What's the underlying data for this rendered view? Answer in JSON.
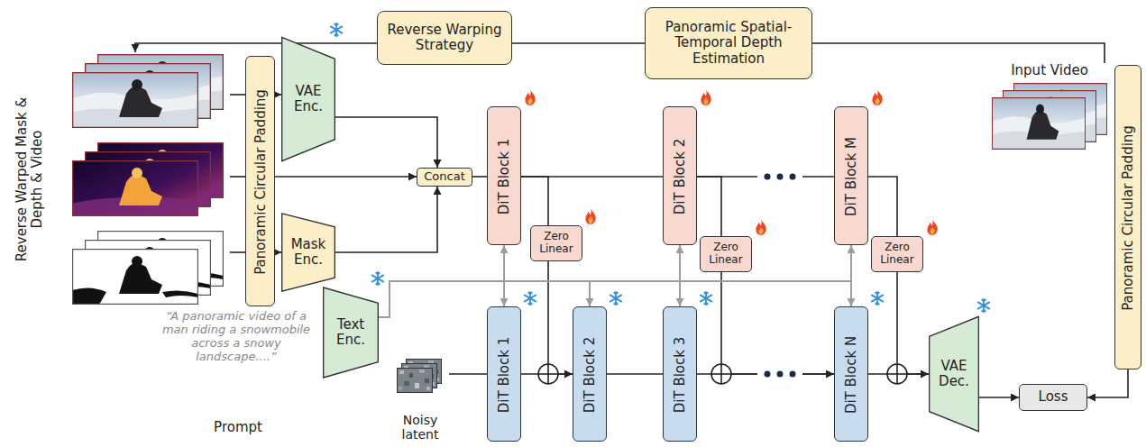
{
  "diagram": {
    "nodes": [
      {
        "text": [
          "Reverse Warping Strategy"
        ]
      },
      {
        "text": [
          "Panoramic Spatial-Temporal Depth Estimation"
        ]
      },
      {
        "text": [
          "Reverse Warped Mask & Depth & Video"
        ]
      },
      {
        "text": [
          "Panoramic Circular Padding"
        ]
      },
      {
        "text": [
          "VAE Enc."
        ]
      },
      {
        "text": [
          "Mask Enc."
        ]
      },
      {
        "text": [
          "Concat"
        ]
      },
      {
        "text": [
          "DiT Block 1"
        ]
      },
      {
        "text": [
          "DiT Block 2"
        ]
      },
      {
        "text": [
          "DiT Block M"
        ]
      },
      {
        "text": [
          "Zero Linear"
        ]
      },
      {
        "text": [
          "Zero Linear"
        ]
      },
      {
        "text": [
          "Zero Linear"
        ]
      },
      {
        "text": [
          "Input Video"
        ]
      },
      {
        "text": [
          "Panoramic Circular Padding"
        ]
      },
      {
        "text": [
          "Text Enc."
        ]
      },
      {
        "text": [
          "Noisy latent"
        ]
      },
      {
        "text": [
          "DiT Block 1"
        ]
      },
      {
        "text": [
          "DiT Block 2"
        ]
      },
      {
        "text": [
          "DiT Block 3"
        ]
      },
      {
        "text": [
          "DiT Block N"
        ]
      },
      {
        "text": [
          "VAE Dec."
        ]
      },
      {
        "text": [
          "Loss"
        ]
      }
    ],
    "edges": [
      {
        "from": 13,
        "to": 1,
        "arrow": "none"
      },
      {
        "from": 1,
        "to": 0,
        "arrow": "none"
      },
      {
        "from": 0,
        "to": 2,
        "arrow": "to"
      },
      {
        "from": 2,
        "to": 3,
        "arrow": "none"
      },
      {
        "from": 2,
        "to": 3,
        "arrow": "none"
      },
      {
        "from": 2,
        "to": 3,
        "arrow": "none"
      },
      {
        "from": 3,
        "to": 4,
        "arrow": "to"
      },
      {
        "from": 3,
        "to": 6,
        "arrow": "to"
      },
      {
        "from": 3,
        "to": 5,
        "arrow": "to"
      },
      {
        "from": 4,
        "to": 6,
        "arrow": "to"
      },
      {
        "from": 5,
        "to": 6,
        "arrow": "to"
      },
      {
        "from": 6,
        "to": 7,
        "arrow": "none"
      },
      {
        "from": 7,
        "to": 8,
        "arrow": "none"
      },
      {
        "from": 8,
        "to": 9,
        "arrow": "none"
      },
      {
        "from": 7,
        "to": 10,
        "arrow": "none"
      },
      {
        "from": 10,
        "to": 18,
        "arrow": "to"
      },
      {
        "from": 8,
        "to": 11,
        "arrow": "none"
      },
      {
        "from": 11,
        "to": 20,
        "arrow": "to"
      },
      {
        "from": 9,
        "to": 12,
        "arrow": "none"
      },
      {
        "from": 12,
        "to": 21,
        "arrow": "to"
      },
      {
        "from": 15,
        "to": 7,
        "arrow": "to"
      },
      {
        "from": 15,
        "to": 17,
        "arrow": "to"
      },
      {
        "from": 15,
        "to": 18,
        "arrow": "to"
      },
      {
        "from": 15,
        "to": 8,
        "arrow": "to"
      },
      {
        "from": 15,
        "to": 19,
        "arrow": "to"
      },
      {
        "from": 15,
        "to": 9,
        "arrow": "to"
      },
      {
        "from": 15,
        "to": 20,
        "arrow": "to"
      },
      {
        "from": 16,
        "to": 17,
        "arrow": "none"
      },
      {
        "from": 17,
        "to": 18,
        "arrow": "none"
      },
      {
        "from": 18,
        "to": 19,
        "arrow": "none"
      },
      {
        "from": 19,
        "to": 20,
        "arrow": "none"
      },
      {
        "from": 20,
        "to": 21,
        "arrow": "none"
      },
      {
        "from": 21,
        "to": 22,
        "arrow": "to"
      },
      {
        "from": 14,
        "to": 22,
        "arrow": "to"
      }
    ],
    "labels": [
      "“A panoramic video of a man riding a snowmobile across a snowy landscape....”",
      "Prompt"
    ]
  }
}
